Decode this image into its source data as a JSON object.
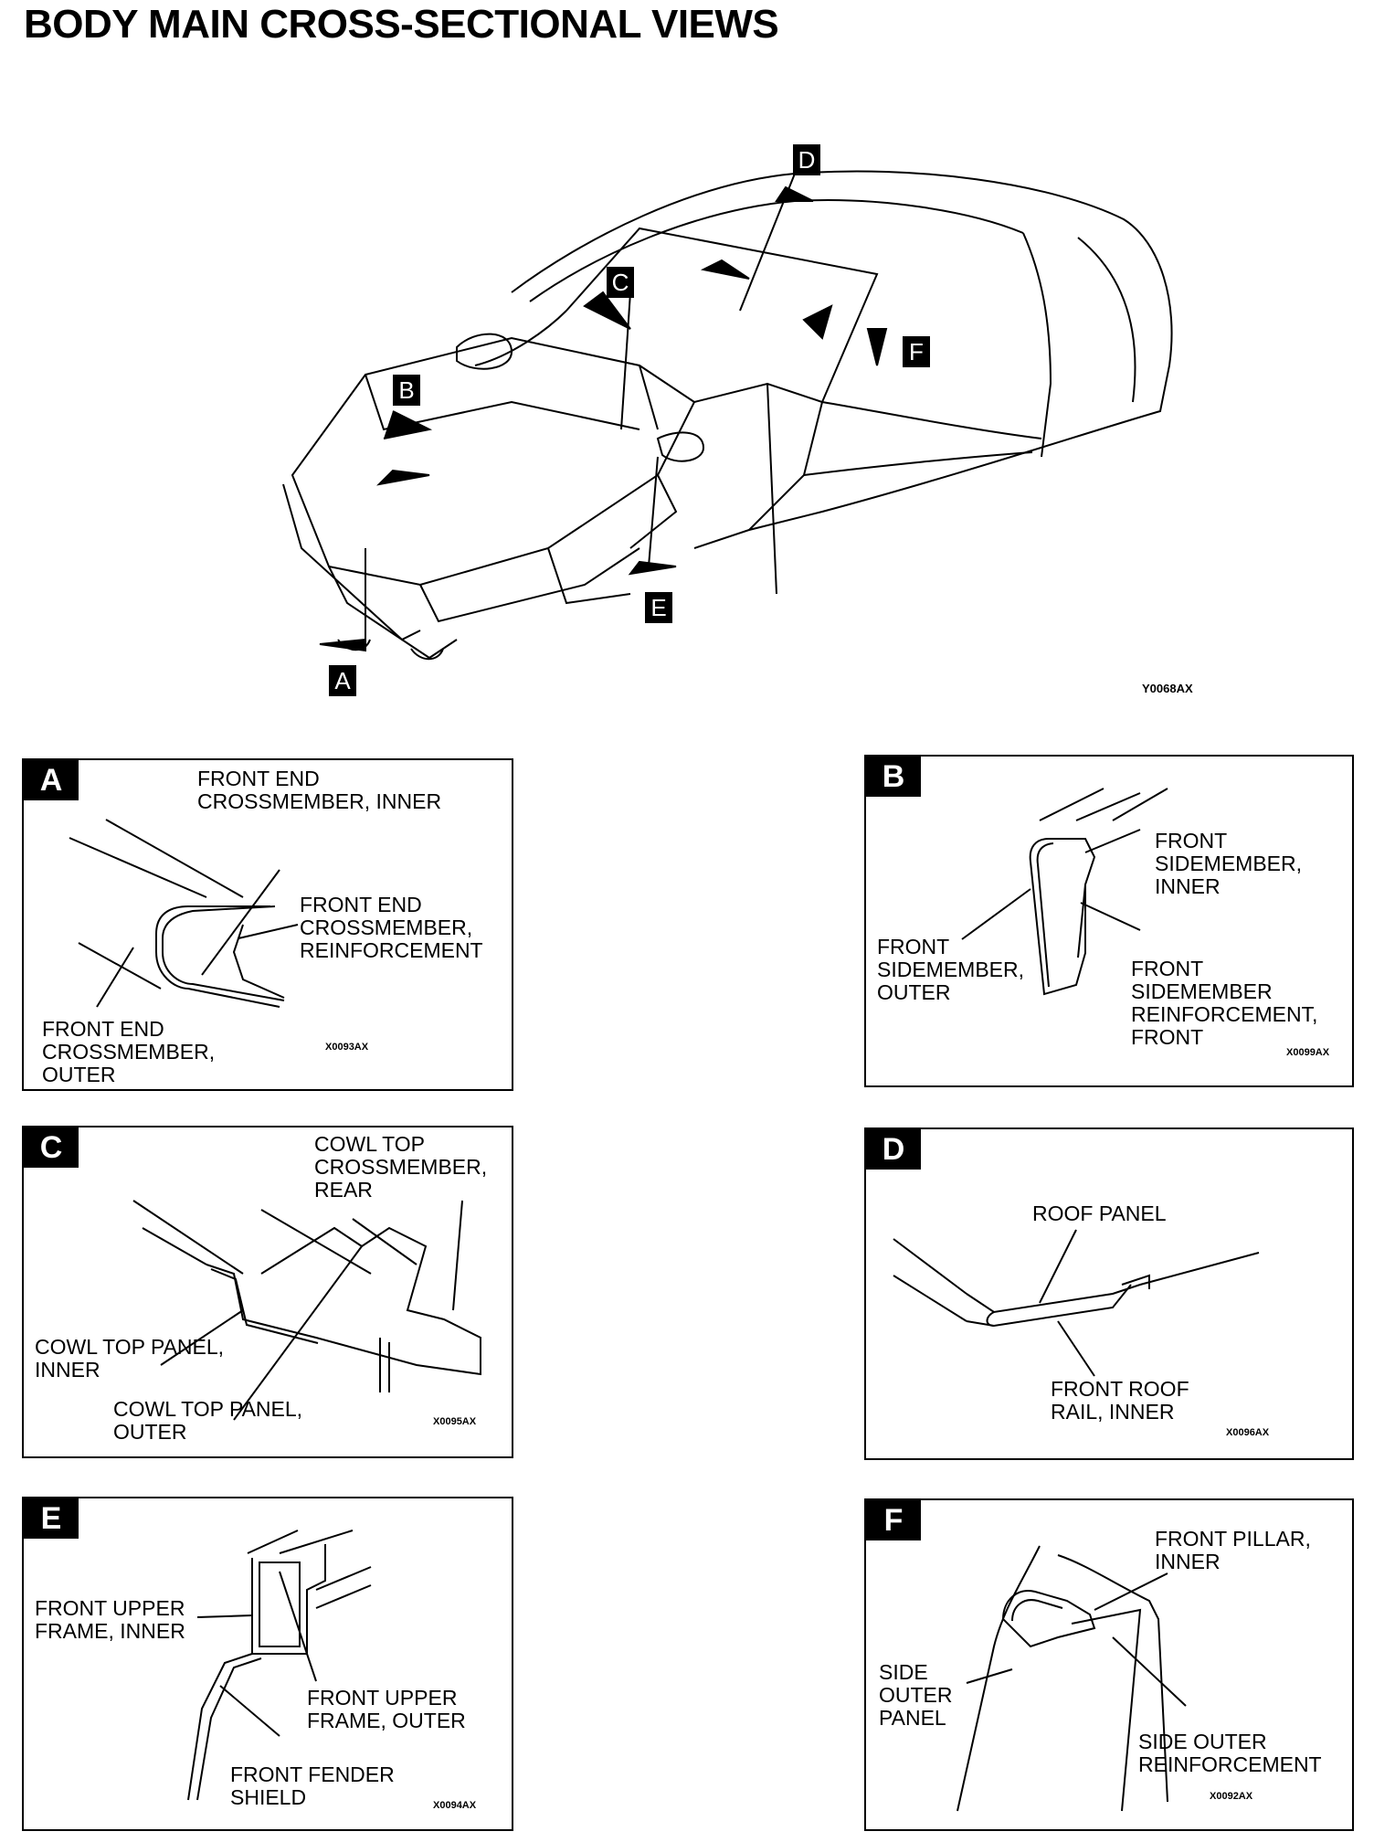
{
  "title": "BODY MAIN CROSS-SECTIONAL VIEWS",
  "main": {
    "markers": [
      "A",
      "B",
      "C",
      "D",
      "E",
      "F"
    ],
    "code": "Y0068AX"
  },
  "panels": {
    "a": {
      "letter": "A",
      "code": "X0093AX",
      "labels": [
        "FRONT END\nCROSSMEMBER, INNER",
        "FRONT END\nCROSSMEMBER,\nREINFORCEMENT",
        "FRONT END\nCROSSMEMBER,\nOUTER"
      ]
    },
    "b": {
      "letter": "B",
      "code": "X0099AX",
      "labels": [
        "FRONT\nSIDEMEMBER,\nINNER",
        "FRONT\nSIDEMEMBER,\nOUTER",
        "FRONT\nSIDEMEMBER\nREINFORCEMENT,\nFRONT"
      ]
    },
    "c": {
      "letter": "C",
      "code": "X0095AX",
      "labels": [
        "COWL TOP\nCROSSMEMBER,\nREAR",
        "COWL TOP PANEL,\nINNER",
        "COWL TOP PANEL,\nOUTER"
      ]
    },
    "d": {
      "letter": "D",
      "code": "X0096AX",
      "labels": [
        "ROOF PANEL",
        "FRONT ROOF\nRAIL, INNER"
      ]
    },
    "e": {
      "letter": "E",
      "code": "X0094AX",
      "labels": [
        "FRONT UPPER\nFRAME, INNER",
        "FRONT UPPER\nFRAME, OUTER",
        "FRONT FENDER\nSHIELD"
      ]
    },
    "f": {
      "letter": "F",
      "code": "X0092AX",
      "labels": [
        "FRONT PILLAR,\nINNER",
        "SIDE\nOUTER\nPANEL",
        "SIDE OUTER\nREINFORCEMENT"
      ]
    }
  }
}
